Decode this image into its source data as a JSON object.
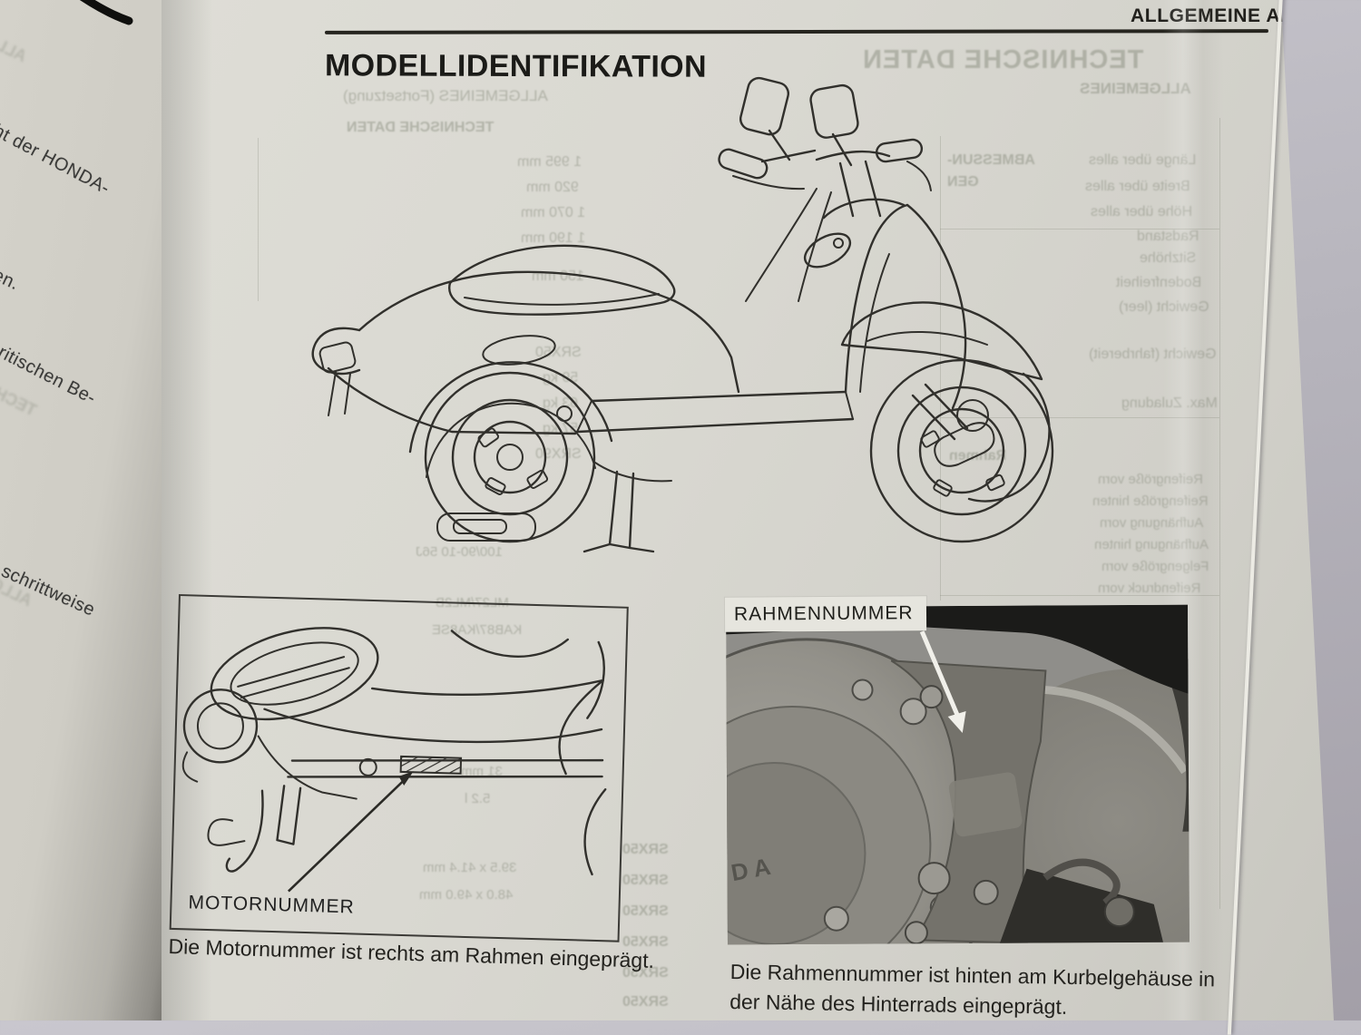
{
  "page_header": {
    "section_title": "ALLGEMEINE ANGABEN"
  },
  "main": {
    "title": "MODELLIDENTIFIKATION"
  },
  "figures": {
    "engine_number": {
      "label": "MOTORNUMMER",
      "caption": "Die Motornummer ist rechts am Rahmen eingeprägt."
    },
    "frame_number": {
      "label": "RAHMENNUMMER",
      "caption_line1": "Die Rahmennummer ist hinten am Kurbelgehäuse in",
      "caption_line2": "der Nähe des Hinterrads eingeprägt."
    }
  },
  "left_page": {
    "fragments": [
      "cht der HONDA-",
      "en.",
      "britischen Be-",
      "z schrittweise"
    ]
  },
  "bleed_through": {
    "items": [
      {
        "t": "TECHNISCHE DATEN"
      },
      {
        "t": "ALLGEMEINES"
      },
      {
        "t": "ALLGEMEINES (Fortsetzung)"
      },
      {
        "t": "TECHNISCHE DATEN"
      },
      {
        "t": "ABMESSUN-"
      },
      {
        "t": "GEN"
      },
      {
        "t": "Länge über alles"
      },
      {
        "t": "Breite über alles"
      },
      {
        "t": "Höhe über alles"
      },
      {
        "t": "Radstand"
      },
      {
        "t": "Sitzhöhe"
      },
      {
        "t": "Bodenfreiheit"
      },
      {
        "t": "Gewicht (leer)"
      },
      {
        "t": "Gewicht (fahrbereit)"
      },
      {
        "t": "Max. Zuladung"
      },
      {
        "t": "Rahmen"
      },
      {
        "t": "Reifengröße vorn"
      },
      {
        "t": "Reifengröße hinten"
      },
      {
        "t": "Aufhängung vorn"
      },
      {
        "t": "Aufhängung hinten"
      },
      {
        "t": "Felgengröße vorn"
      },
      {
        "t": "Reifendruck vorn"
      },
      {
        "t": "1 995 mm"
      },
      {
        "t": "920 mm"
      },
      {
        "t": "1 070 mm"
      },
      {
        "t": "1 190 mm"
      },
      {
        "t": "150 mm"
      },
      {
        "t": "SRX50"
      },
      {
        "t": "59 kg"
      },
      {
        "t": "63 kg"
      },
      {
        "t": "57 kg"
      },
      {
        "t": "SRX90"
      },
      {
        "t": "100/90-10 56J"
      },
      {
        "t": "ML27/ML2B"
      },
      {
        "t": "KAB87/KA8SE"
      },
      {
        "t": "31 mm"
      },
      {
        "t": "5.2 l"
      },
      {
        "t": "39.5 x 41.4 mm"
      },
      {
        "t": "48.0 x 49.0 mm"
      },
      {
        "t": "SRX50"
      },
      {
        "t": "SRX50"
      },
      {
        "t": "SRX50"
      },
      {
        "t": "SRX50"
      },
      {
        "t": "SRX50"
      },
      {
        "t": "SRX50"
      }
    ]
  },
  "colors": {
    "page": "#d9d8d1",
    "surface": "#b2b0b8",
    "ink": "#21201c",
    "ghost": "#828573",
    "photo_dark": "#1c1c1a",
    "photo_mid": "#8f8e8a"
  }
}
